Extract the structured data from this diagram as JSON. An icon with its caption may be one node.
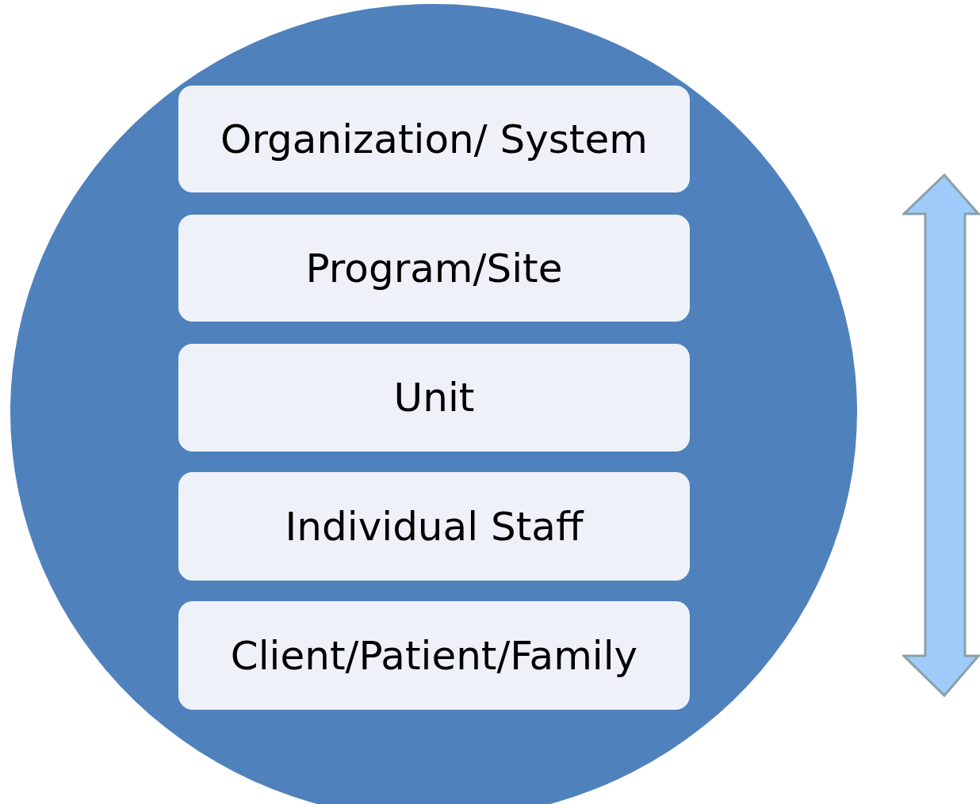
{
  "diagram": {
    "nodes": [
      {
        "text": [],
        "shape": "circle"
      },
      {
        "text": [
          "Organization/ System"
        ],
        "in": 0
      },
      {
        "text": [
          "Program/Site"
        ],
        "in": 0
      },
      {
        "text": [
          "Unit"
        ],
        "in": 0
      },
      {
        "text": [
          "Individual Staff"
        ],
        "in": 0
      },
      {
        "text": [
          "Client/Patient/Family"
        ],
        "in": 0
      }
    ],
    "edges": []
  }
}
